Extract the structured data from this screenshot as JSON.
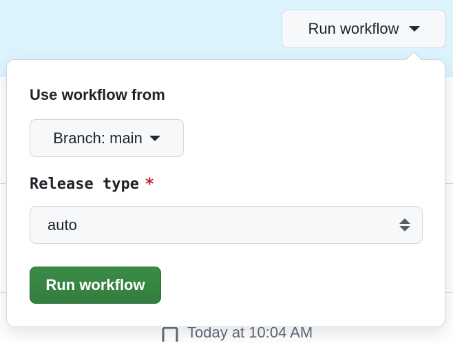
{
  "header": {
    "run_workflow_label": "Run workflow",
    "caret_icon": "triangle-down-icon"
  },
  "background": {
    "timestamp": "Today at 10:04 AM",
    "timestamp_icon": "calendar-icon"
  },
  "popover": {
    "heading": "Use workflow from",
    "branch_button_label": "Branch: main",
    "inputs": [
      {
        "label": "Release type",
        "required_marker": "*",
        "selected_value": "auto"
      }
    ],
    "submit_label": "Run workflow"
  },
  "colors": {
    "banner_bg": "#ddf4ff",
    "primary_button": "#347d3f",
    "required": "#cf222e",
    "border": "#d0d7de"
  }
}
